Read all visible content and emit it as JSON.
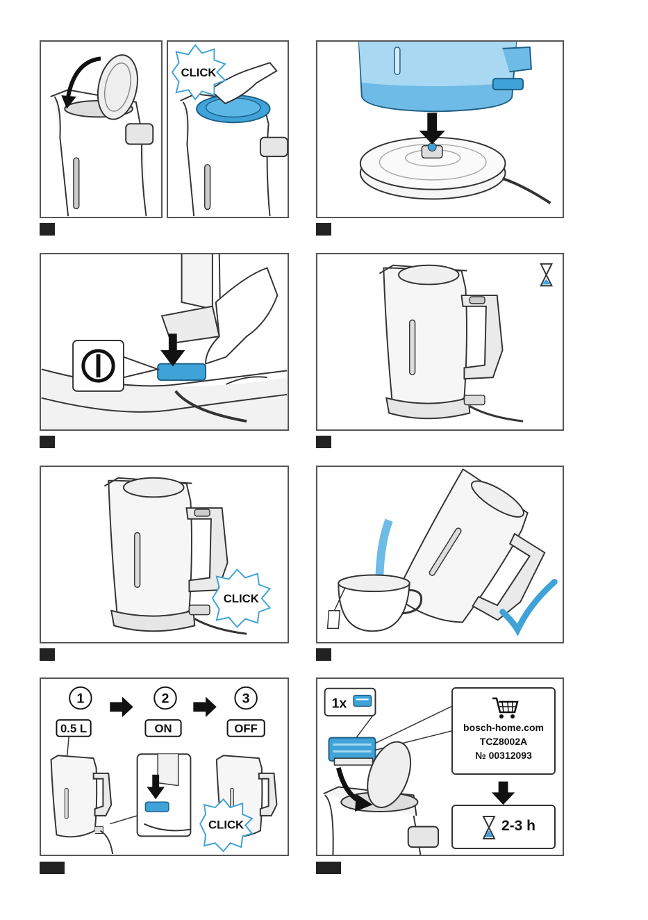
{
  "colors": {
    "accent": "#3fa3d8",
    "accent_dark": "#1f7fb5",
    "line": "#333333",
    "body": "#f2f2f2"
  },
  "click_text": "CLICK",
  "step_sequence": {
    "num1": "1",
    "num2": "2",
    "num3": "3",
    "tag1": "0.5 L",
    "tag2": "ON",
    "tag3": "OFF"
  },
  "descale": {
    "quantity": "1x",
    "website": "bosch-home.com",
    "product_code": "TCZ8002A",
    "order_number": "№ 00312093",
    "duration": "2-3 h"
  },
  "icons": [
    "hourglass-icon",
    "power-icon",
    "shopping-cart-icon",
    "check-icon",
    "arrow-right-icon",
    "arrow-down-icon"
  ]
}
